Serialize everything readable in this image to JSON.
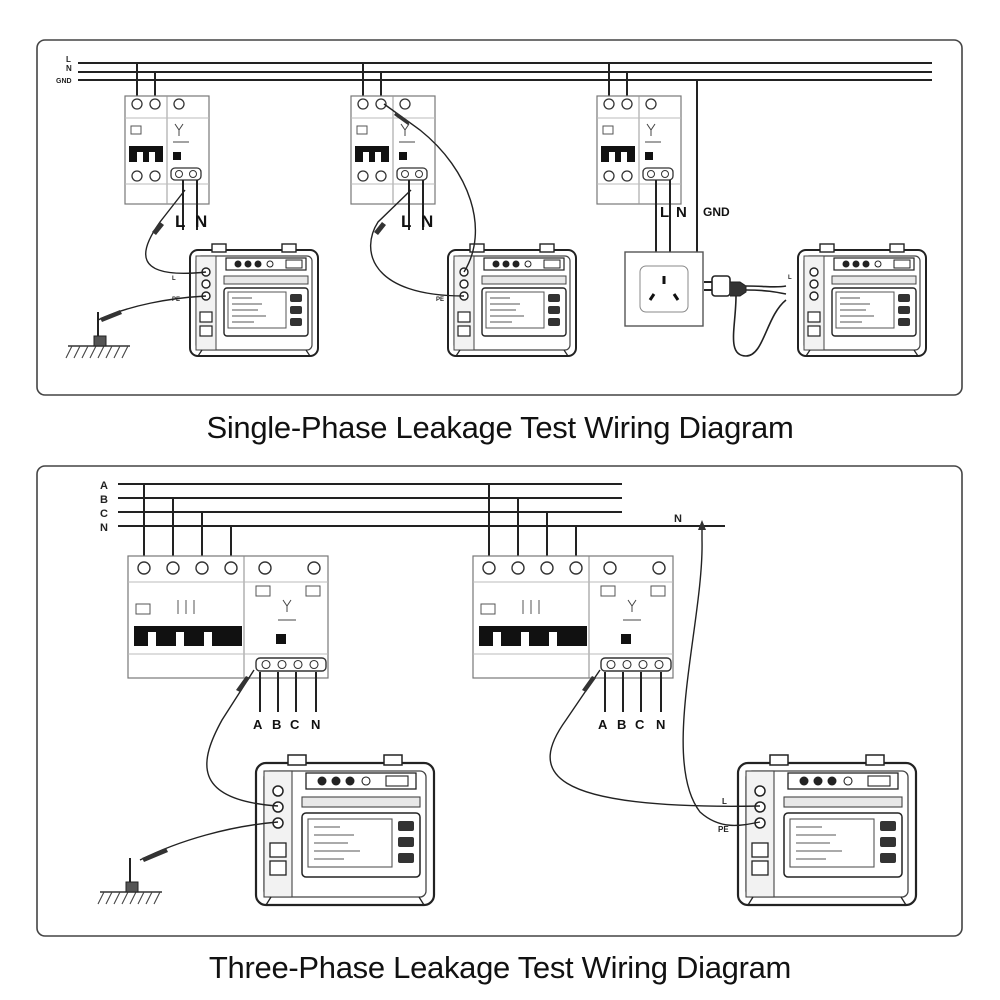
{
  "single_phase": {
    "title": "Single-Phase Leakage Test Wiring Diagram",
    "bus_labels": [
      "L",
      "N",
      "GND"
    ],
    "terminal_labels": {
      "l": "L",
      "n": "N"
    },
    "gnd_label": "GND",
    "lead_labels": {
      "l": "L",
      "pe": "PE"
    }
  },
  "three_phase": {
    "title": "Three-Phase Leakage Test Wiring Diagram",
    "bus_labels": [
      "A",
      "B",
      "C",
      "N"
    ],
    "terminal_labels": [
      "A",
      "B",
      "C",
      "N"
    ],
    "n_tap_label": "N",
    "lead_labels": {
      "l": "L",
      "pe": "PE"
    }
  }
}
